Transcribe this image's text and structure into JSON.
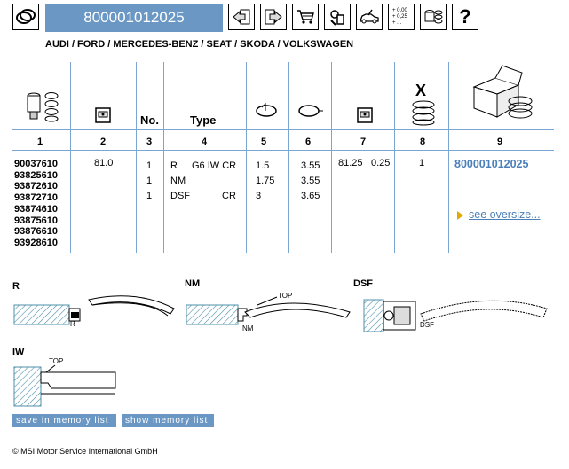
{
  "toolbar": {
    "part_number": "800001012025",
    "icons": [
      "rings-logo-icon",
      "back-icon",
      "forward-icon",
      "cart-icon",
      "engine-parts-icon",
      "car-repair-icon",
      "measurements-icon",
      "piston-rings-icon",
      "help-icon"
    ],
    "measure_lines": [
      "+ 0,00",
      "+ 0,25",
      "+ ..."
    ],
    "help_glyph": "?"
  },
  "brands": "AUDI / FORD / MERCEDES-BENZ / SEAT / SKODA / VOLKSWAGEN",
  "table": {
    "headers": {
      "no": "No.",
      "type": "Type",
      "x": "X"
    },
    "column_numbers": [
      "1",
      "2",
      "3",
      "4",
      "5",
      "6",
      "7",
      "8",
      "9"
    ],
    "part_numbers": [
      "90037610",
      "93825610",
      "93872610",
      "93872710",
      "93874610",
      "93875610",
      "93876610",
      "93928610"
    ],
    "diameter": "81.0",
    "rows": [
      {
        "no": "1",
        "type_a": "R",
        "type_b": "G6 IW CR",
        "c5": "1.5",
        "c6": "3.55"
      },
      {
        "no": "1",
        "type_a": "NM",
        "type_b": "",
        "c5": "1.75",
        "c6": "3.55"
      },
      {
        "no": "1",
        "type_a": "DSF",
        "type_b": "CR",
        "c5": "3",
        "c6": "3.65"
      }
    ],
    "c7_a": "81.25",
    "c7_b": "0.25",
    "c8": "1",
    "link_part": "800001012025",
    "see_oversize": "see oversize..."
  },
  "diagrams": {
    "r_label": "R",
    "nm_label": "NM",
    "dsf_label": "DSF",
    "iw_label": "IW",
    "r_small": "R",
    "nm_small": "NM",
    "dsf_small": "DSF",
    "top_nm": "TOP",
    "top_iw": "TOP"
  },
  "buttons": {
    "save": "save in memory list",
    "show": "show memory list"
  },
  "footer": "© MSI Motor Service International GmbH",
  "colors": {
    "accent": "#6a97c3",
    "line": "#7aa6d4",
    "link": "#4a7fb8",
    "hatch": "#4c8fa8"
  }
}
